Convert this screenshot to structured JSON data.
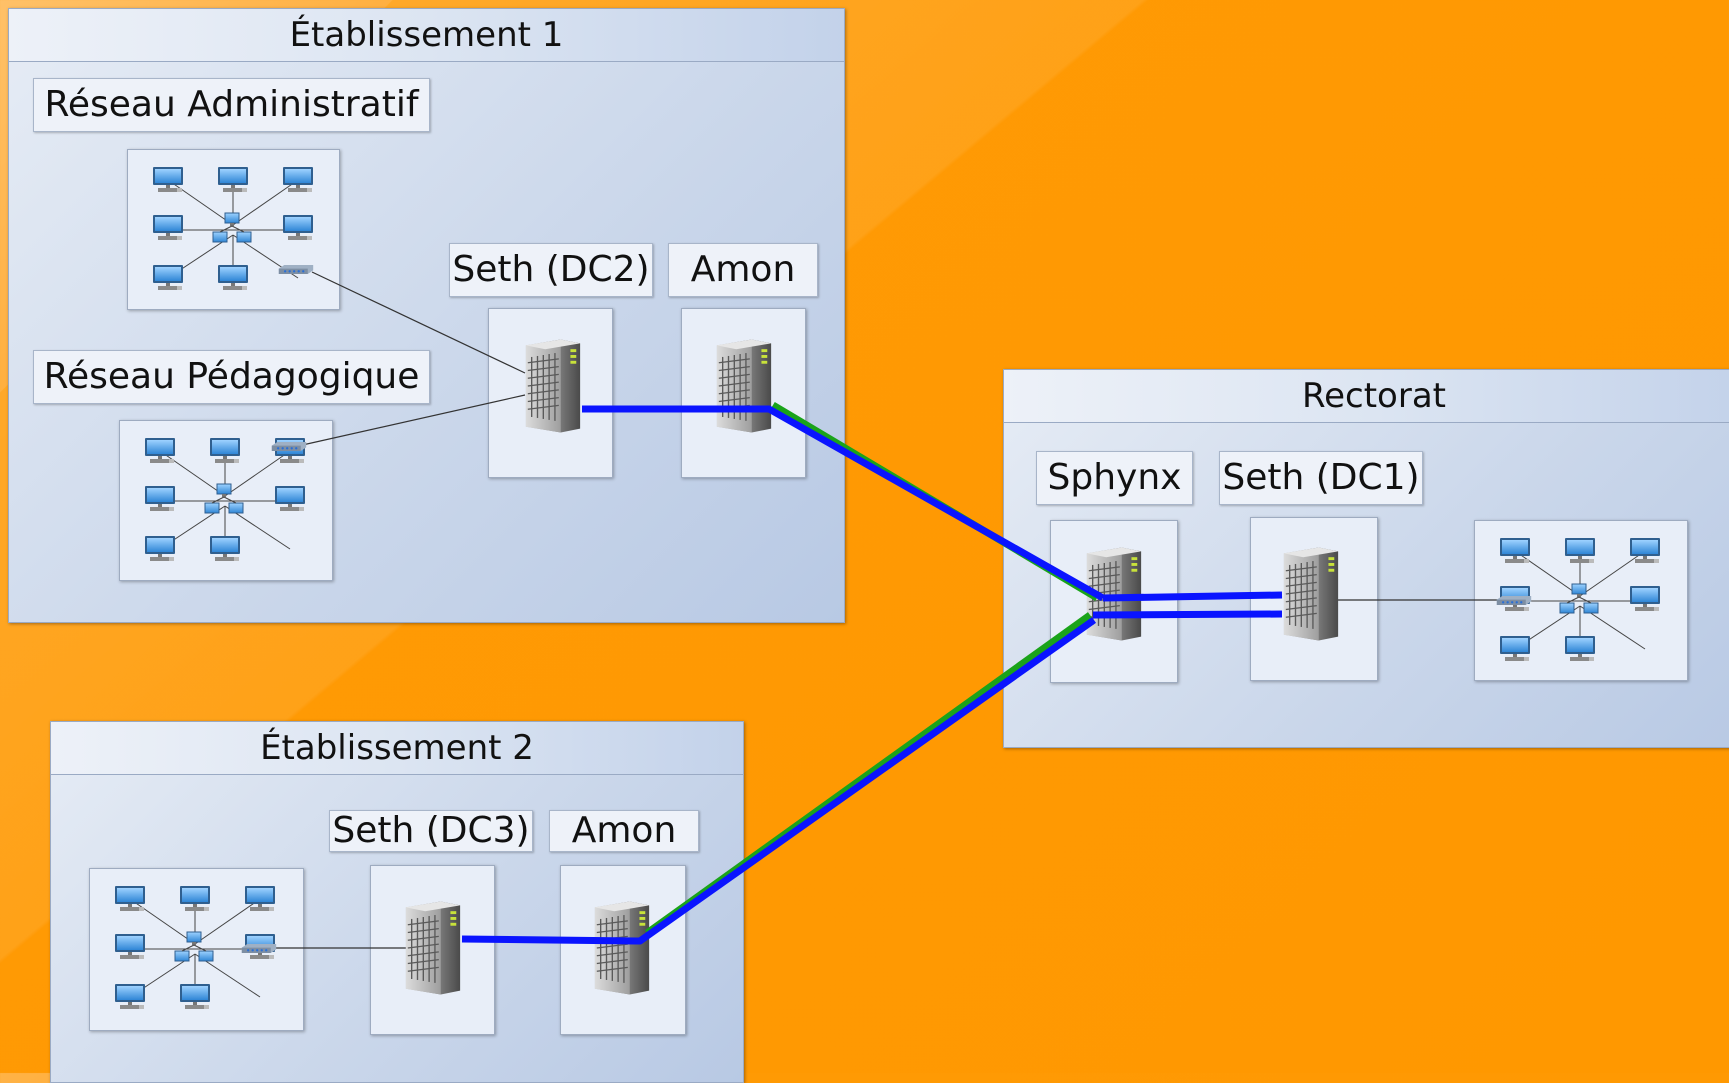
{
  "groups": {
    "etab1": "Établissement 1",
    "etab2": "Établissement 2",
    "rectorat": "Rectorat"
  },
  "labels": {
    "reseau_admin": "Réseau Administratif",
    "reseau_peda": "Réseau Pédagogique",
    "seth_dc2": "Seth (DC2)",
    "amon_1": "Amon",
    "sphynx": "Sphynx",
    "seth_dc1": "Seth (DC1)",
    "seth_dc3": "Seth (DC3)",
    "amon_2": "Amon"
  },
  "colors": {
    "vpn_blue": "#0a14ff",
    "vpn_green": "#1aa31a",
    "lan_line": "#333333"
  },
  "icons": {
    "server": "server-tower-icon",
    "network": "lan-network-icon"
  }
}
